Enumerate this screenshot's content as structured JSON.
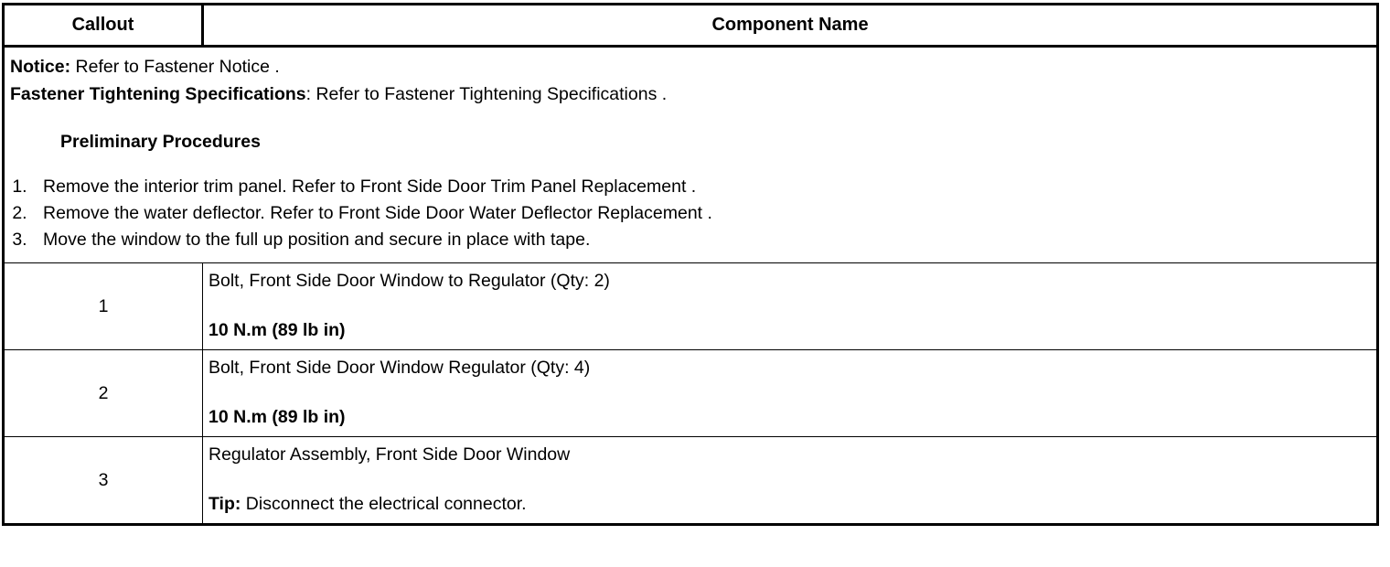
{
  "table": {
    "headers": {
      "callout": "Callout",
      "component_name": "Component Name"
    },
    "notice_block": {
      "notice_label": "Notice:",
      "notice_text": " Refer to Fastener Notice .",
      "fastener_spec_label": "Fastener Tightening Specifications",
      "fastener_spec_text": ": Refer to Fastener Tightening Specifications .",
      "preliminary_heading": "Preliminary Procedures",
      "preliminary_steps": [
        "Remove the interior trim panel. Refer to Front Side Door Trim Panel Replacement .",
        "Remove the water deflector. Refer to Front Side Door Water Deflector Replacement .",
        "Move the window to the full up position and secure in place with tape."
      ]
    },
    "rows": [
      {
        "callout": "1",
        "primary": "Bolt, Front Side Door Window to Regulator (Qty: 2)",
        "secondary_label": "10 N.m (89 lb in)",
        "secondary_text": ""
      },
      {
        "callout": "2",
        "primary": "Bolt, Front Side Door Window Regulator (Qty: 4)",
        "secondary_label": "10 N.m (89 lb in)",
        "secondary_text": ""
      },
      {
        "callout": "3",
        "primary": "Regulator Assembly, Front Side Door Window",
        "secondary_label": "Tip:",
        "secondary_text": " Disconnect the electrical connector."
      }
    ]
  },
  "colors": {
    "border": "#000000",
    "text": "#000000",
    "background": "#ffffff"
  }
}
